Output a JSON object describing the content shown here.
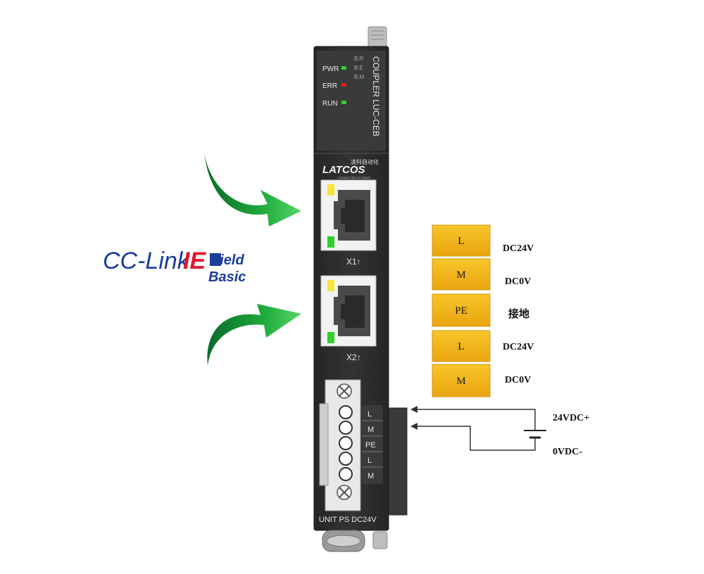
{
  "logo": {
    "cc_link": "CC-Link",
    "ie": "IE",
    "field": "Field",
    "basic": "Basic"
  },
  "module": {
    "leds": [
      {
        "label": "PWR",
        "color": "#2fd12f"
      },
      {
        "label": "ERR",
        "color": "#e51b1b"
      },
      {
        "label": "RUN",
        "color": "#2fd12f"
      }
    ],
    "bus_labels": [
      "B.R",
      "B.E",
      "B.M"
    ],
    "vertical_title": "COUPLER  LUC-CEB",
    "brand": "LATCOS",
    "brand_cn": "凌科自动化",
    "brand_tagline": "CONNECTED TO SMART",
    "ports": [
      {
        "label": "X1↑",
        "led_top": "#f5e63a",
        "led_bottom": "#2ecf2e"
      },
      {
        "label": "X2↑",
        "led_top": "#f5e63a",
        "led_bottom": "#2ecf2e"
      }
    ],
    "terminal_labels": [
      "L",
      "M",
      "PE",
      "L",
      "M"
    ],
    "unit_label": "UNIT PS DC24V"
  },
  "pin_table": [
    {
      "pin": "L",
      "desc": "DC24V"
    },
    {
      "pin": "M",
      "desc": "DC0V"
    },
    {
      "pin": "PE",
      "desc": "接地"
    },
    {
      "pin": "L",
      "desc": "DC24V"
    },
    {
      "pin": "M",
      "desc": "DC0V"
    }
  ],
  "power": {
    "plus": "24VDC+",
    "minus": "0VDC-"
  },
  "colors": {
    "module_body": "#2c2c2c",
    "pin_box": "#f2b418",
    "arrow_green": "#1faa3c",
    "logo_blue": "#1b3e9b",
    "logo_red": "#e0182d"
  }
}
